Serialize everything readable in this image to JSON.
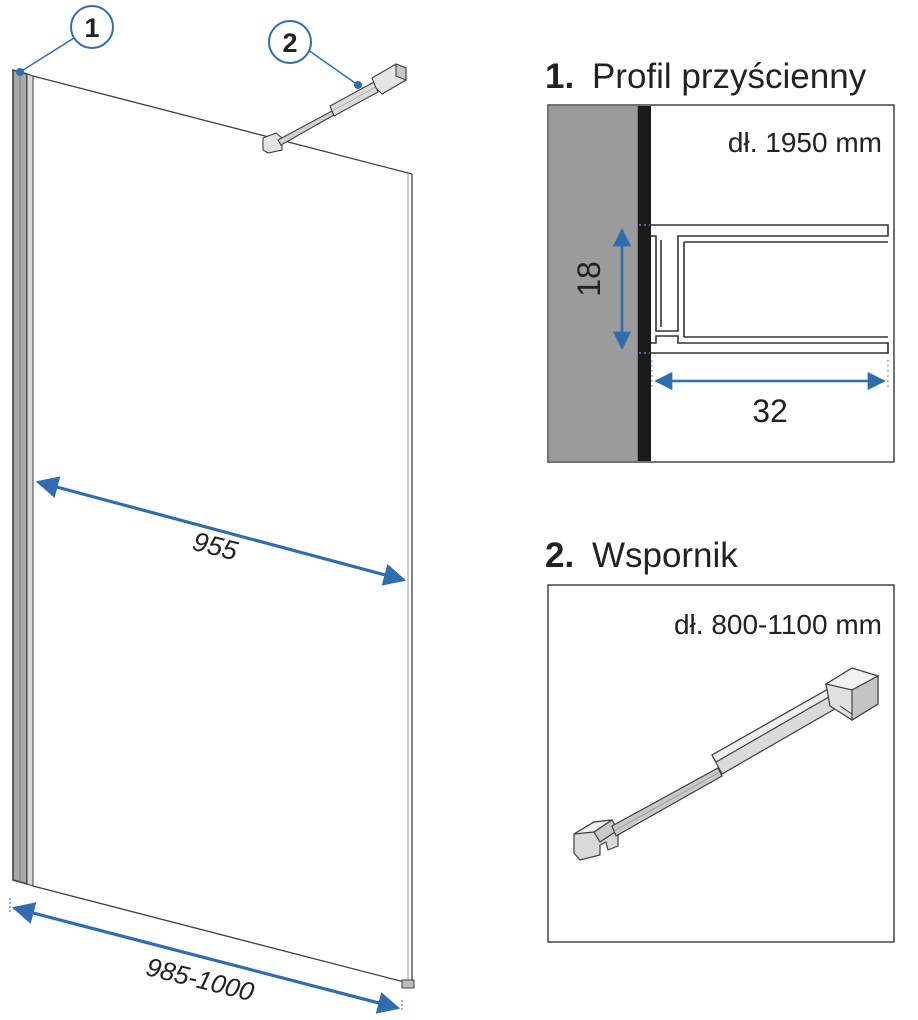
{
  "colors": {
    "dimension": "#2f6db0",
    "outline": "#404040",
    "wall": "#9b9b9b",
    "profile_dark": "#1a1a1a",
    "box_border": "#444444",
    "text": "#222222"
  },
  "callouts": [
    {
      "number": "1"
    },
    {
      "number": "2"
    }
  ],
  "panel": {
    "width_dimension": "955",
    "overall_dimension": "985-1000"
  },
  "profile": {
    "number": "1.",
    "title": "Profil przyścienny",
    "length": "dł. 1950 mm",
    "depth_dimension": "18",
    "width_dimension": "32"
  },
  "bracket": {
    "number": "2.",
    "title": "Wspornik",
    "length": "dł. 800-1100 mm"
  }
}
